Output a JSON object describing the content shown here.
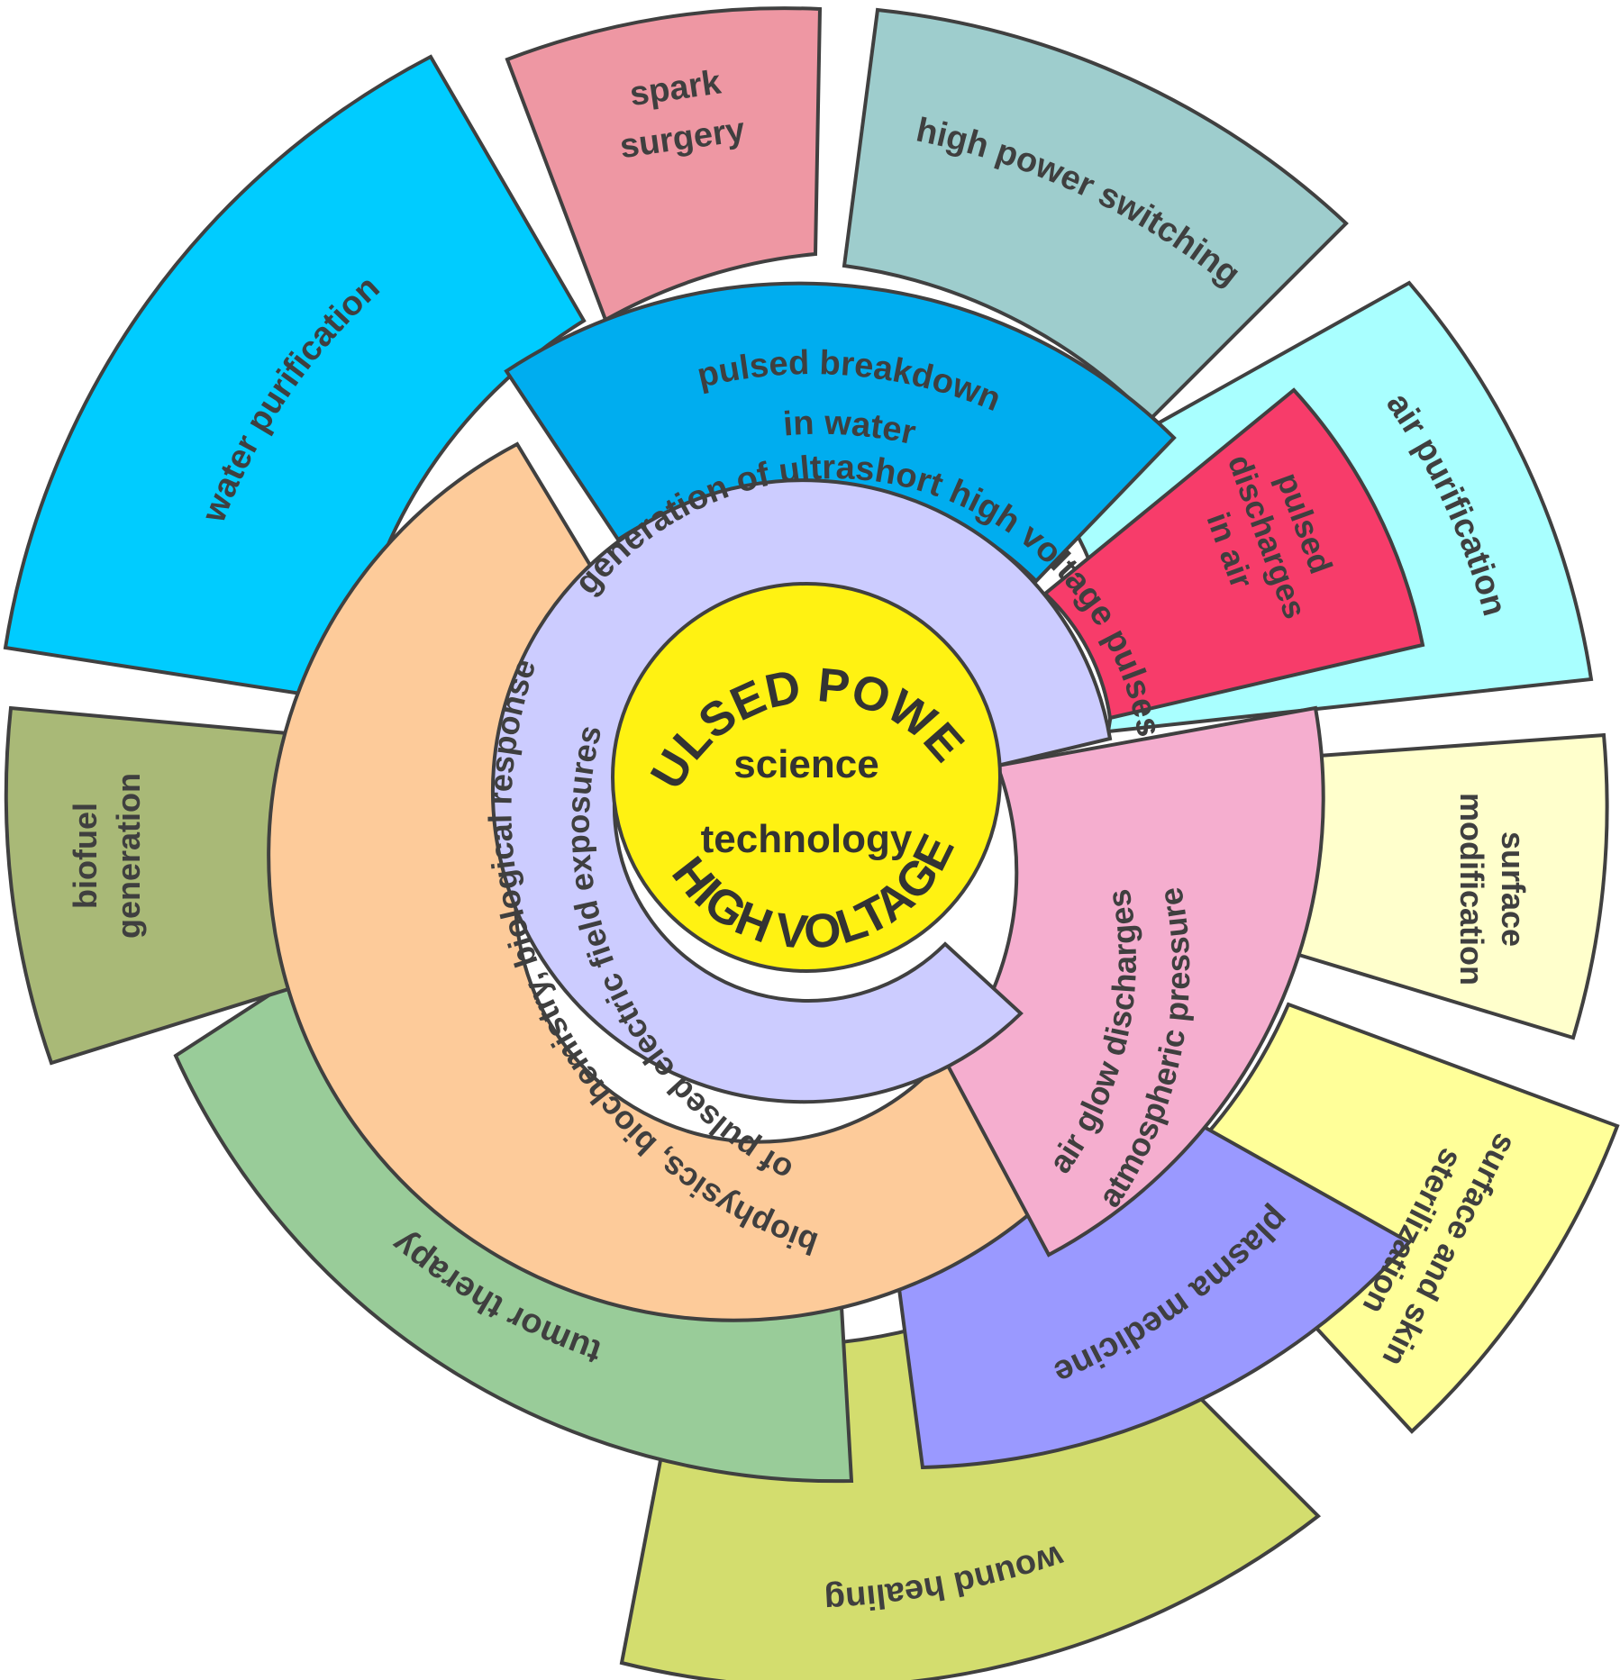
{
  "center": {
    "top_arc": "PULSED POWER",
    "bottom_arc_left": "HIGH",
    "bottom_arc_right": "VOLTAGE",
    "line1": "science",
    "line2": "technology",
    "color": "#fff212"
  },
  "inner_ring": {
    "label": "generation of ultrashort high voltage pulses",
    "color": "#ccccff"
  },
  "segments": {
    "biophysics": {
      "line1": "biophysics, biochemistry, biological response",
      "line2": "of pulsed electric field exposures",
      "color": "#fdcb9a"
    },
    "atmospheric": {
      "line1": "atmospheric pressure",
      "line2": "air glow discharges",
      "color": "#f5aecf"
    },
    "breakdown_water": {
      "line1": "pulsed breakdown",
      "line2": "in water",
      "color": "#00adef"
    },
    "discharges_air": {
      "line1": "pulsed",
      "line2": "discharges",
      "line3": "in air",
      "color": "#f73c6a"
    },
    "water_purification": {
      "label": "water purification",
      "color": "#00ccff"
    },
    "spark_surgery": {
      "line1": "spark",
      "line2": "surgery",
      "color": "#ee97a3"
    },
    "high_power_switching": {
      "label": "high power switching",
      "color": "#9ecdcd"
    },
    "air_purification": {
      "label": "air purification",
      "color": "#a9ffff"
    },
    "surface_modification": {
      "line1": "surface",
      "line2": "modification",
      "color": "#ffffcc"
    },
    "surface_skin": {
      "line1": "surface and skin",
      "line2": "sterilization",
      "color": "#ffff99"
    },
    "plasma_medicine": {
      "label": "plasma medicine",
      "color": "#9a99ff"
    },
    "wound_healing": {
      "label": "wound healing",
      "color": "#d3dd6e"
    },
    "tumor_therapy": {
      "label": "tumor therapy",
      "color": "#99cc99"
    },
    "biofuel": {
      "line1": "biofuel",
      "line2": "generation",
      "color": "#a9b977"
    }
  }
}
